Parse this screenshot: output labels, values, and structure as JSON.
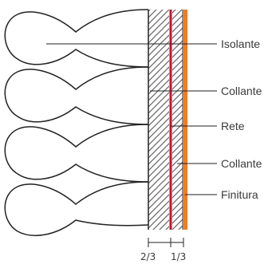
{
  "diagram": {
    "labels": {
      "insulation": "Isolante",
      "adhesive_1": "Collante",
      "mesh": "Rete",
      "adhesive_2": "Collante",
      "finish": "Finitura"
    },
    "dimensions": {
      "left": "2/3",
      "right": "1/3"
    },
    "colors": {
      "outline": "#222222",
      "hatch": "#666666",
      "mesh": "#c8102e",
      "finish": "#f47b20"
    }
  }
}
